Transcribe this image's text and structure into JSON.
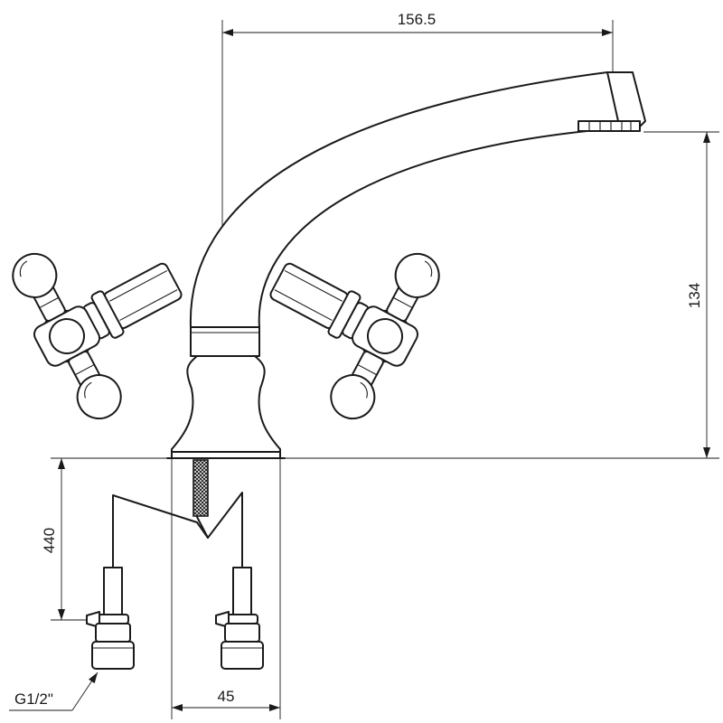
{
  "drawing": {
    "dimensions": {
      "spout_reach": "156.5",
      "spout_height": "134",
      "hose_length": "440",
      "base_width": "45",
      "connection": "G1/2\""
    },
    "colors": {
      "line": "#1a1a1a",
      "background": "#ffffff"
    }
  }
}
